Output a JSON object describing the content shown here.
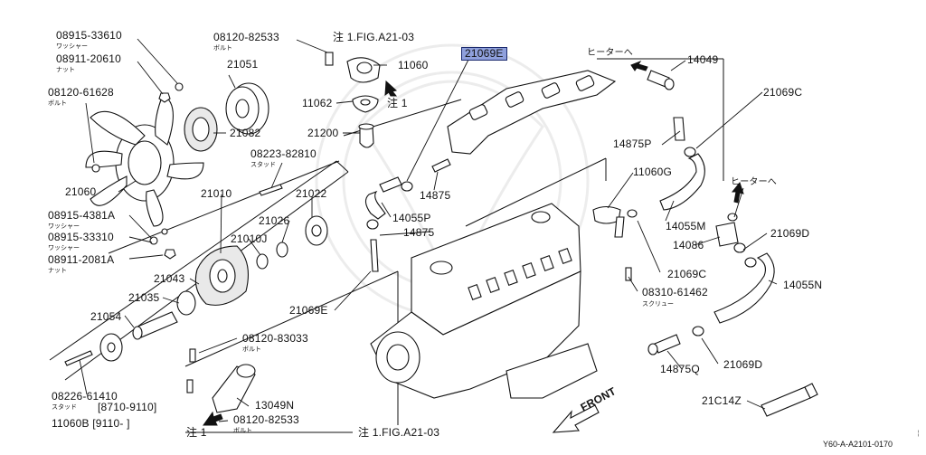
{
  "diagram": {
    "labels": {
      "l08915_33610": "08915-33610",
      "l08915_33610_sub": "ワッシャー",
      "l08911_20610": "08911-20610",
      "l08911_20610_sub": "ナット",
      "l08120_61628": "08120-61628",
      "l08120_61628_sub": "ボルト",
      "l08120_82533_top": "08120-82533",
      "l08120_82533_top_sub": "ボルト",
      "note1_top": "注 1.FIG.A21-03",
      "l11060": "11060",
      "l21051": "21051",
      "l11062": "11062",
      "note1_arrow_top": "注 1",
      "l21069E_hl": "21069E",
      "l_heater_top": "ヒーターへ",
      "l14049": "14049",
      "l21069C_top": "21069C",
      "l21082": "21082",
      "l21200": "21200",
      "l08223_82810": "08223-82810",
      "l08223_82810_sub": "スタッド",
      "l14875P": "14875P",
      "l11060G": "11060G",
      "l21060": "21060",
      "l21010": "21010",
      "l21022": "21022",
      "l14875": "14875",
      "l_heater_mid": "ヒーターへ",
      "l08915_4381A": "08915-4381A",
      "l08915_4381A_sub": "ワッシャー",
      "l21026": "21026",
      "l14055P": "14055P",
      "l14875_2": "14875",
      "l14055M": "14055M",
      "l08915_33310": "08915-33310",
      "l08915_33310_sub": "ワッシャー",
      "l21010J": "21010J",
      "l14086": "14086",
      "l21069D_right": "21069D",
      "l08911_2081A": "08911-2081A",
      "l08911_2081A_sub": "ナット",
      "l21069C_mid": "21069C",
      "l21043": "21043",
      "l14055N": "14055N",
      "l21035": "21035",
      "l08310_61462": "08310-61462",
      "l08310_61462_sub": "スクリュー",
      "l21069E": "21069E",
      "l21054": "21054",
      "l08120_83033": "08120-83033",
      "l08120_83033_sub": "ボルト",
      "l14875Q": "14875Q",
      "l21069D_bottom": "21069D",
      "l08226_61410": "08226-61410",
      "l08226_61410_sub": "スタッド",
      "l8710_9110": "[8710-9110]",
      "l13049N": "13049N",
      "l21C14Z": "21C14Z",
      "l11060B": "11060B [9110-      ]",
      "l08120_82533_bottom": "08120-82533",
      "l08120_82533_bottom_sub": "ボルト",
      "note1_bottom": "注 1",
      "note1_fig_bottom": "注 1.FIG.A21-03",
      "front": "FRONT"
    },
    "footer_code": "Y60-A-A2101-0170"
  }
}
